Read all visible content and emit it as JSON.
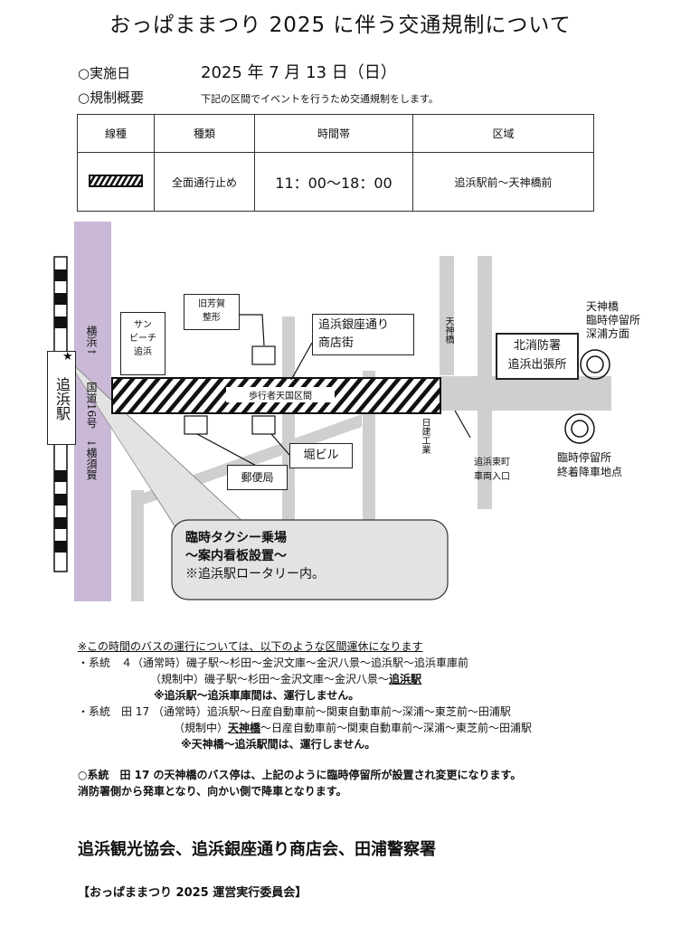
{
  "title": "おっぱままつり 2025 に伴う交通規制について",
  "date_label": "○実施日",
  "date_value": "2025 年 7 月 13 日（日）",
  "overview_label": "○規制概要",
  "overview_text": "下記の区間でイベントを行うため交通規制をします。",
  "table": {
    "headers": [
      "線種",
      "種類",
      "時間帯",
      "区域"
    ],
    "row": {
      "type": "全面通行止め",
      "time": "11：00〜18：00",
      "area": "追浜駅前〜天神橋前"
    }
  },
  "map": {
    "station": "追浜駅",
    "route16": [
      "横浜↑",
      "国道16号",
      "↓横須賀"
    ],
    "sunbeach": [
      "サン",
      "ビーチ",
      "追浜"
    ],
    "kyuyoshiga": [
      "旧芳賀",
      "整形"
    ],
    "shotengai": [
      "追浜銀座通り",
      "商店街"
    ],
    "tenjinbashi_road": "天神橋",
    "fire": [
      "北消防署",
      "追浜出張所"
    ],
    "temp_stop_top": [
      "天神橋",
      "臨時停留所",
      "深浦方面"
    ],
    "pedestrian": "歩行者天国区間",
    "nikken": "日建工業",
    "higashimachi": [
      "追浜東町",
      "車両入口"
    ],
    "temp_stop_bottom": [
      "臨時停留所",
      "終着降車地点"
    ],
    "hori": "堀ビル",
    "post": "郵便局",
    "taxi": [
      "臨時タクシー乗場",
      "〜案内看板設置〜",
      "※追浜駅ロータリー内。"
    ]
  },
  "notes": {
    "intro": "※この時間のバスの運行については、以下のような区間運休になります",
    "sys4_normal": "・系統　４（通常時）磯子駅〜杉田〜金沢文庫〜金沢八景〜追浜駅〜追浜車庫前",
    "sys4_reg_prefix": "（規制中）磯子駅〜杉田〜金沢文庫〜金沢八景〜",
    "sys4_reg_end": "追浜駅",
    "sys4_note": "※追浜駅〜追浜車庫間は、運行しません。",
    "sys17_normal": "・系統　田 17 （通常時）追浜駅〜日産自動車前〜関東自動車前〜深浦〜東芝前〜田浦駅",
    "sys17_reg_prefix": "（規制中）",
    "sys17_reg_start": "天神橋",
    "sys17_reg_rest": "〜日産自動車前〜関東自動車前〜深浦〜東芝前〜田浦駅",
    "sys17_note": "※天神橋〜追浜駅間は、運行しません。",
    "stop_change1": "○系統　田 17 の天神橋のバス停は、上記のように臨時停留所が設置され変更になります。",
    "stop_change2": "消防署側から発車となり、向かい側で降車となります。"
  },
  "organizers": "追浜観光協会、追浜銀座通り商店会、田浦警察署",
  "committee": "【おっぱままつり 2025 運営実行委員会】"
}
